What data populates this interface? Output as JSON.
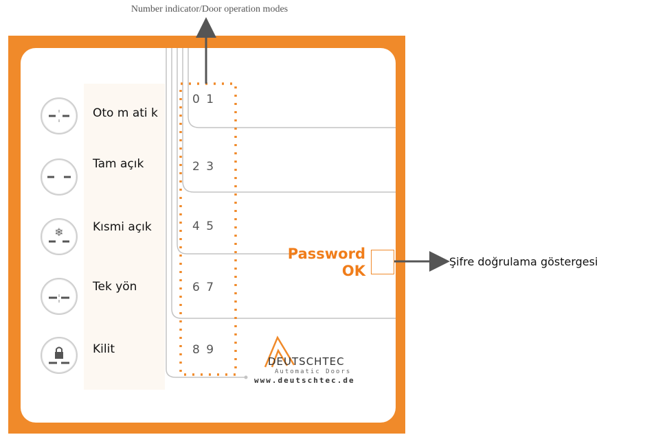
{
  "top_caption": "Number indicator/Door operation modes",
  "modes": [
    {
      "label": "Oto m ati k",
      "icon": "automatic-mode-icon",
      "digits": "0 1"
    },
    {
      "label": "Tam açık",
      "icon": "fully-open-mode-icon",
      "digits": "2 3"
    },
    {
      "label": "Kısmi açık",
      "icon": "partial-open-mode-icon",
      "digits": "4 5"
    },
    {
      "label": "Tek yön",
      "icon": "one-way-mode-icon",
      "digits": "6 7"
    },
    {
      "label": "Kilit",
      "icon": "lock-mode-icon",
      "digits": "8 9"
    }
  ],
  "password": {
    "line1": "Password",
    "line2": "OK",
    "indicator_label": "Şifre doğrulama göstergesi"
  },
  "logo": {
    "name": "DEUTSCHTEC",
    "subtitle": "Automatic Doors",
    "url": "www.deutschtec.de"
  },
  "colors": {
    "frame": "#f08a2a",
    "accent_text": "#f07d1a",
    "lines": "#bdbdbd",
    "arrow": "#555555"
  }
}
